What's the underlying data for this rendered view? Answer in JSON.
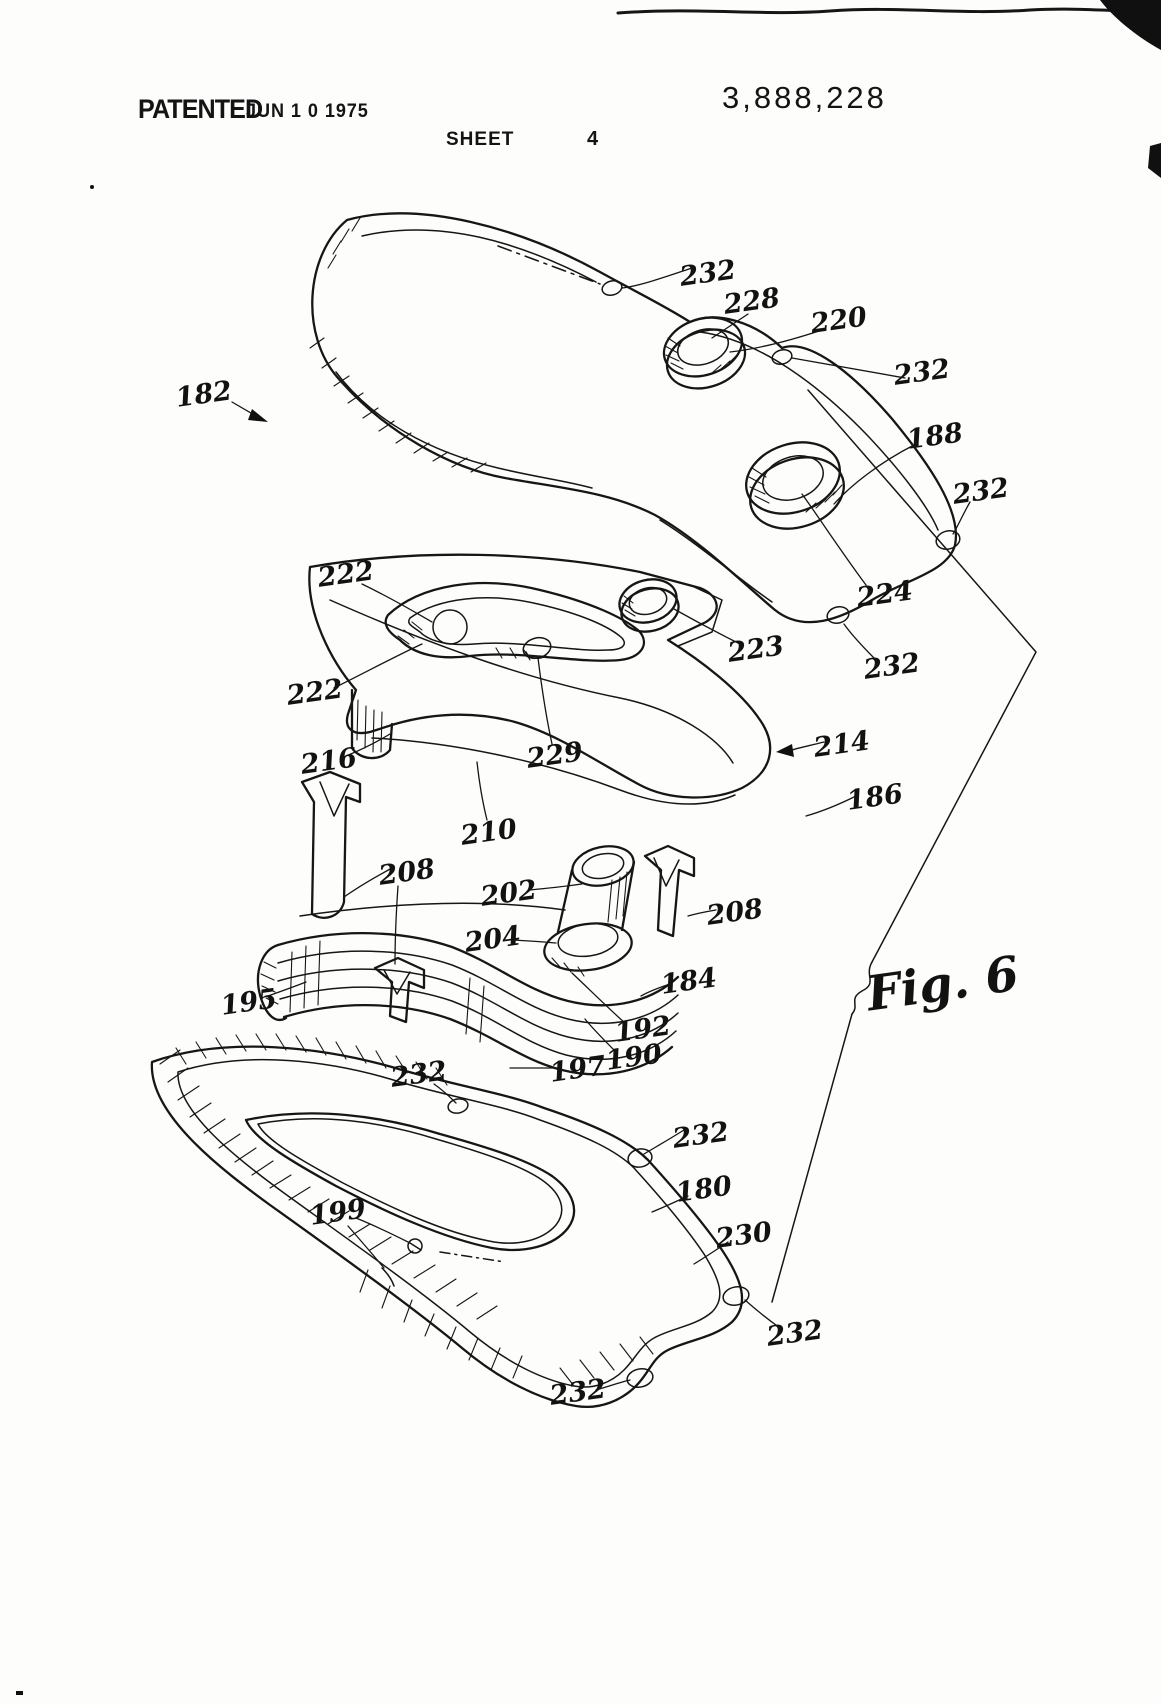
{
  "header": {
    "patented": "PATENTED",
    "date": "JUN 1 0 1975",
    "sheet_label": "SHEET",
    "sheet_number": "4",
    "patent_number": "3,888,228"
  },
  "figure": {
    "caption": "Fig. 6",
    "type": "patent-exploded-view-diagram",
    "labels": [
      "182",
      "232",
      "228",
      "220",
      "232",
      "188",
      "232",
      "224",
      "232",
      "222",
      "223",
      "222",
      "216",
      "229",
      "214",
      "186",
      "210",
      "208",
      "202",
      "204",
      "208",
      "195",
      "184",
      "192",
      "190",
      "197",
      "232",
      "232",
      "180",
      "199",
      "230",
      "232",
      "232"
    ]
  }
}
